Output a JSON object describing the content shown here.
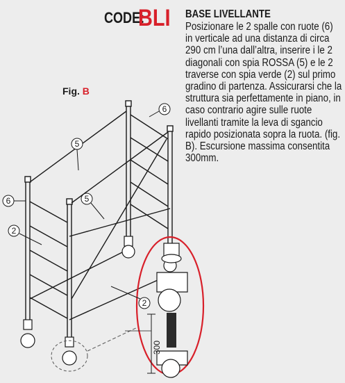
{
  "header": {
    "code_prefix": "CODE:",
    "code_value": "BLI"
  },
  "figure": {
    "label_prefix": "Fig.",
    "label_letter": "B",
    "callouts": [
      "6",
      "5",
      "6",
      "5",
      "2",
      "2"
    ],
    "dimension": "300"
  },
  "description": {
    "title": "BASE LIVELLANTE",
    "body": "Posizionare le 2 spalle con ruote (6) in verticale ad una distanza di circa 290 cm l’una dall’altra, inserire i le 2 diagonali con spia ROSSA (5) e le 2 traverse con spia verde (2) sul primo gradino di partenza. Assicurarsi che la struttura sia perfettamente in piano, in caso contrario agire sulle ruote livellanti tramite la leva di sgancio rapido posizionata sopra la ruota. (fig. B). Escursione massima consentita 300mm."
  },
  "colors": {
    "accent": "#d8202a",
    "text": "#1a1a1a",
    "background": "#ededed"
  }
}
